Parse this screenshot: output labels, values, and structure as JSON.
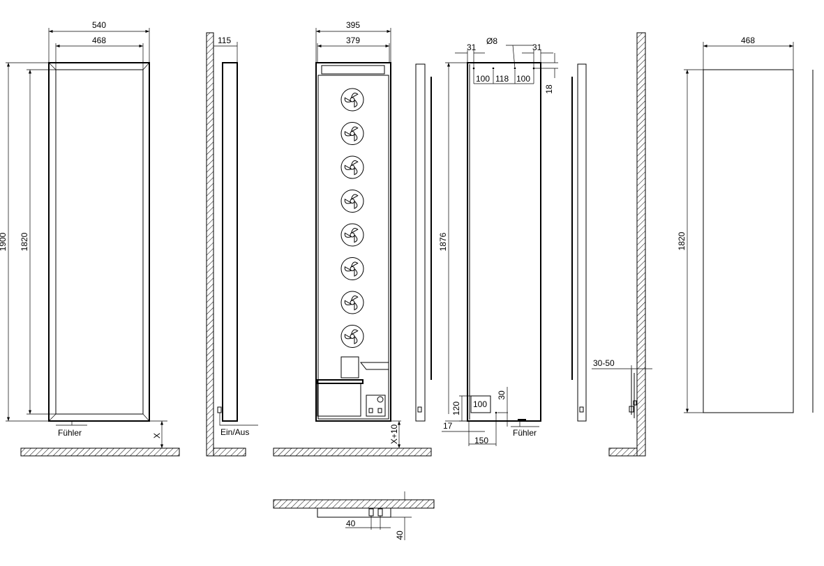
{
  "views": {
    "front": {
      "width_outer": "540",
      "width_inner": "468",
      "height_outer": "1900",
      "height_inner": "1820",
      "sensor_label": "Fühler",
      "floor_gap": "X"
    },
    "side_wall": {
      "depth": "115",
      "switch_label": "Ein/Aus"
    },
    "back_open": {
      "width_outer": "395",
      "width_inner": "379",
      "floor_gap": "X+10",
      "fan_count": 8
    },
    "back_mount": {
      "hole_dia": "Ø8",
      "edge_left": "31",
      "edge_right": "31",
      "spacing_1": "100",
      "spacing_2": "118",
      "spacing_3": "100",
      "top_offset": "18",
      "height": "1876",
      "box_height": "120",
      "box_width": "100",
      "bottom_offset": "30",
      "edge_bottom": "17",
      "sensor_offset": "150",
      "sensor_label": "Fühler"
    },
    "wall_side": {
      "gap": "30-50"
    },
    "panel": {
      "width": "468",
      "height": "1820"
    },
    "bottom_detail": {
      "width": "40",
      "height": "40"
    }
  }
}
